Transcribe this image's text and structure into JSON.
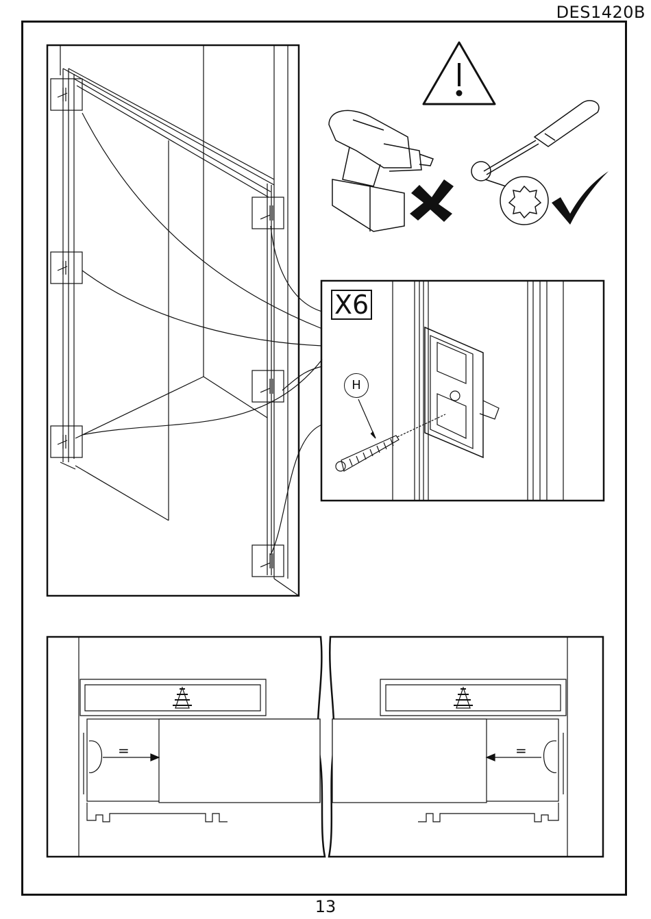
{
  "document": {
    "code": "DES1420B",
    "page_number": "13"
  },
  "detail": {
    "quantity_label": "X6",
    "screw_part_label": "H"
  },
  "gap_detail": {
    "left_equal_sign": "=",
    "right_equal_sign": "="
  },
  "icons": {
    "warning": "warning-triangle-icon",
    "drill": "cordless-drill-icon",
    "not_allowed": "cross-mark-icon",
    "screwdriver": "screwdriver-icon",
    "torx_bit": "torx-bit-icon",
    "allowed": "check-mark-icon"
  }
}
